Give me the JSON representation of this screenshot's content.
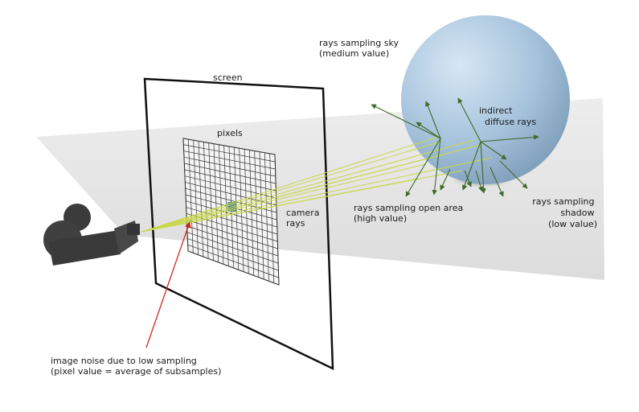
{
  "labels": {
    "screen": "screen",
    "pixels": "pixels",
    "camera_rays": [
      "camera",
      "rays"
    ],
    "rays_sky": [
      "rays sampling sky",
      "(medium value)"
    ],
    "indirect": [
      "indirect",
      "diffuse rays"
    ],
    "open_area": [
      "rays sampling open area",
      "(high value)"
    ],
    "shadow": [
      "rays sampling",
      "shadow",
      "(low value)"
    ],
    "noise": [
      "image noise due to low sampling",
      "(pixel value = average of subsamples)"
    ]
  },
  "colors": {
    "ray_yellow": "#c8d84a",
    "ray_green": "#3f6b2a",
    "noise_line": "#d02a1a",
    "sphere": "#a9c6df",
    "floor": "#e4e4e4",
    "camera": "#4a4a4a"
  }
}
